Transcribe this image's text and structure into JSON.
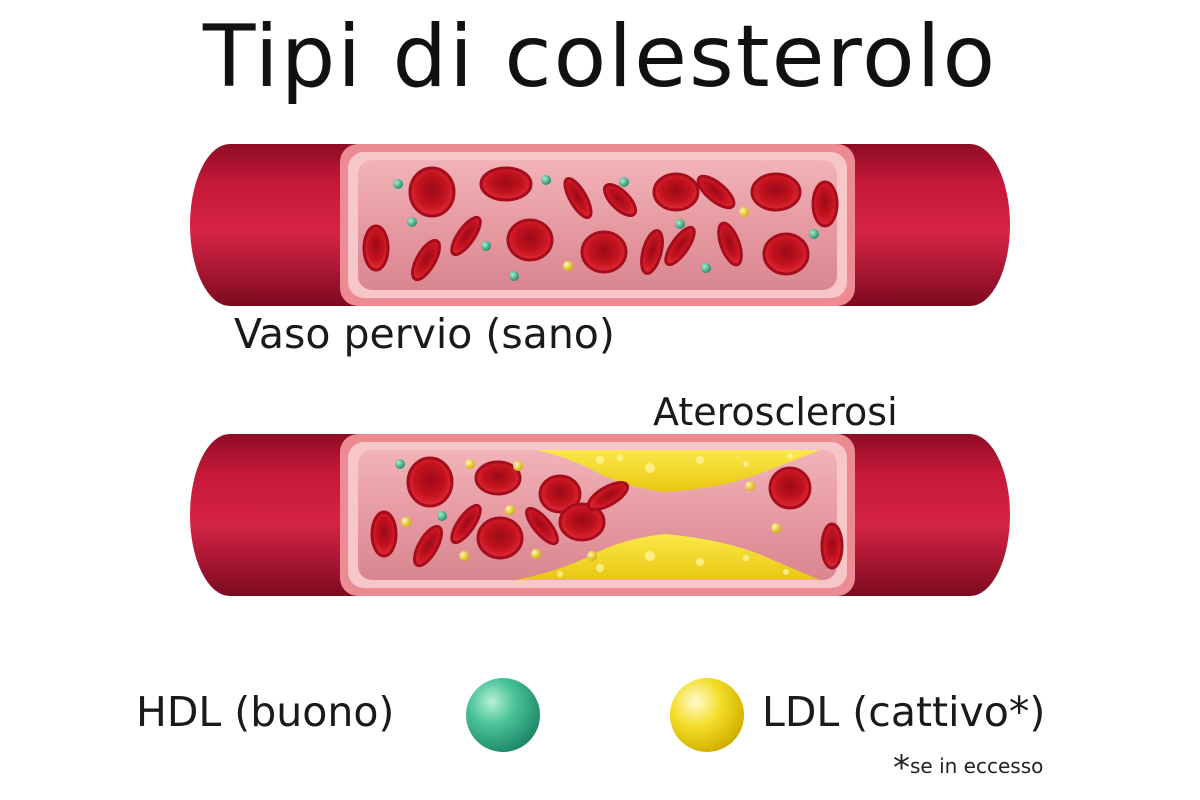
{
  "title": "Tipi di colesterolo",
  "labels": {
    "healthy": "Vaso pervio (sano)",
    "atherosclerosis": "Aterosclerosi"
  },
  "legend": {
    "hdl": "HDL (buono)",
    "ldl": "LDL (cattivo*)",
    "note_star": "*",
    "note_text": "se in eccesso"
  },
  "colors": {
    "vessel": "#c2183a",
    "lumen": "#e9a0a7",
    "red_cell": "#c81425",
    "hdl": "#2aa57c",
    "ldl": "#f1d21c",
    "plaque": "#f6e12e"
  },
  "icons": [
    "red-blood-cell-icon",
    "hdl-particle-icon",
    "ldl-particle-icon"
  ]
}
